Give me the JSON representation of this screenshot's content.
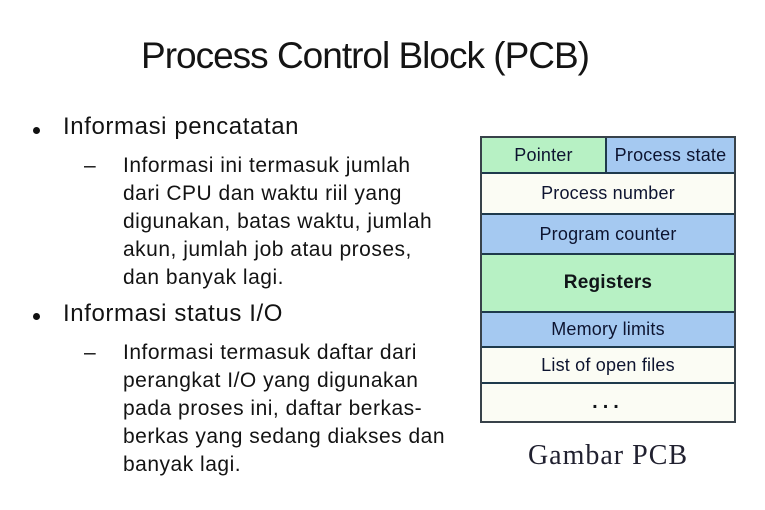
{
  "slide": {
    "title": "Process Control Block (PCB)",
    "bullets": [
      {
        "dash": "–",
        "label": "Informasi pencatatan",
        "detail": "Informasi ini termasuk jumlah\ndari CPU dan waktu riil yang\ndigunakan, batas waktu, jumlah\nakun, jumlah job atau proses,\ndan banyak lagi."
      },
      {
        "dash": "–",
        "label": "Informasi status I/O",
        "detail": "Informasi termasuk daftar dari\nperangkat I/O yang digunakan\npada proses ini, daftar berkas-\nberkas yang sedang diakses dan\nbanyak lagi."
      }
    ]
  },
  "figure": {
    "caption": "Gambar PCB",
    "colors": {
      "green": "#b7f1c4",
      "blue": "#a5c9f1",
      "paper": "#fbfcf4"
    },
    "cells": {
      "pointer": "Pointer",
      "process_state": "Process state",
      "process_number": "Process number",
      "program_counter": "Program counter",
      "registers": "Registers",
      "memory_limits": "Memory limits",
      "open_files": "List of open files",
      "ellipsis": "..."
    }
  }
}
